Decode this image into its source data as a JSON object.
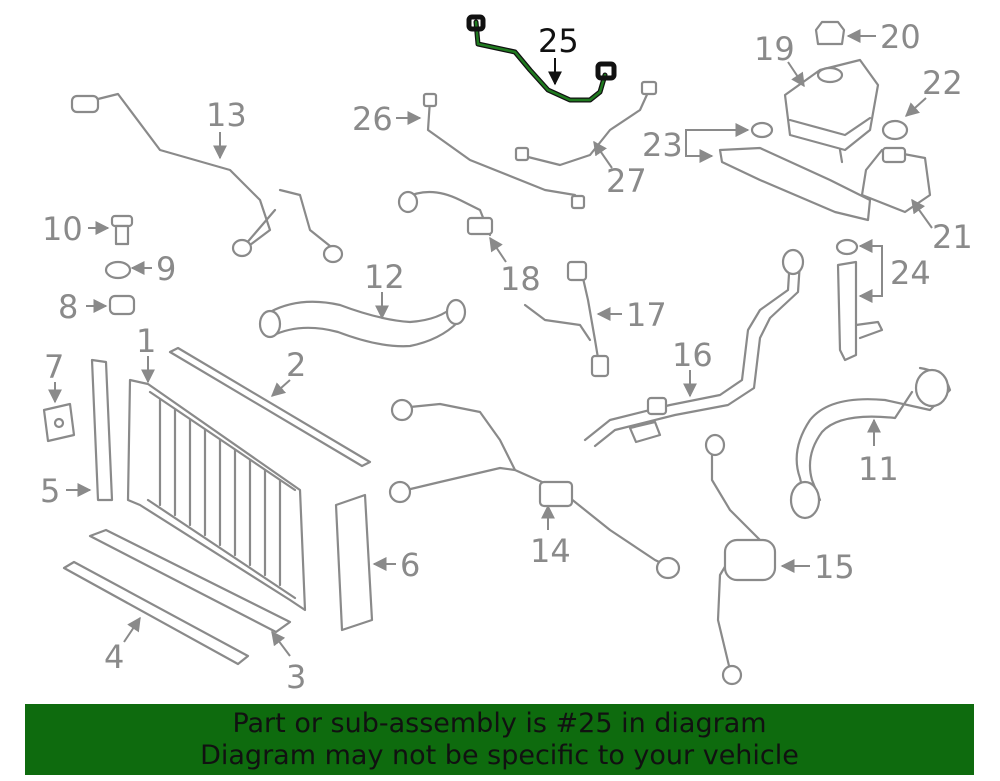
{
  "callouts": {
    "c1": "1",
    "c2": "2",
    "c3": "3",
    "c4": "4",
    "c5": "5",
    "c6": "6",
    "c7": "7",
    "c8": "8",
    "c9": "9",
    "c10": "10",
    "c11": "11",
    "c12": "12",
    "c13": "13",
    "c14": "14",
    "c15": "15",
    "c16": "16",
    "c17": "17",
    "c18": "18",
    "c19": "19",
    "c20": "20",
    "c21": "21",
    "c22": "22",
    "c23": "23",
    "c24": "24",
    "c25": "25",
    "c26": "26",
    "c27": "27"
  },
  "highlighted_part": "25",
  "colors": {
    "part_line": "#8a8a8a",
    "highlight_fill": "#1f7a1f",
    "banner_bg": "#0e6b0e",
    "text": "#111111"
  },
  "banner": {
    "line1": "Part or sub-assembly is #25 in diagram",
    "line2": "Diagram may not be specific to your vehicle"
  }
}
